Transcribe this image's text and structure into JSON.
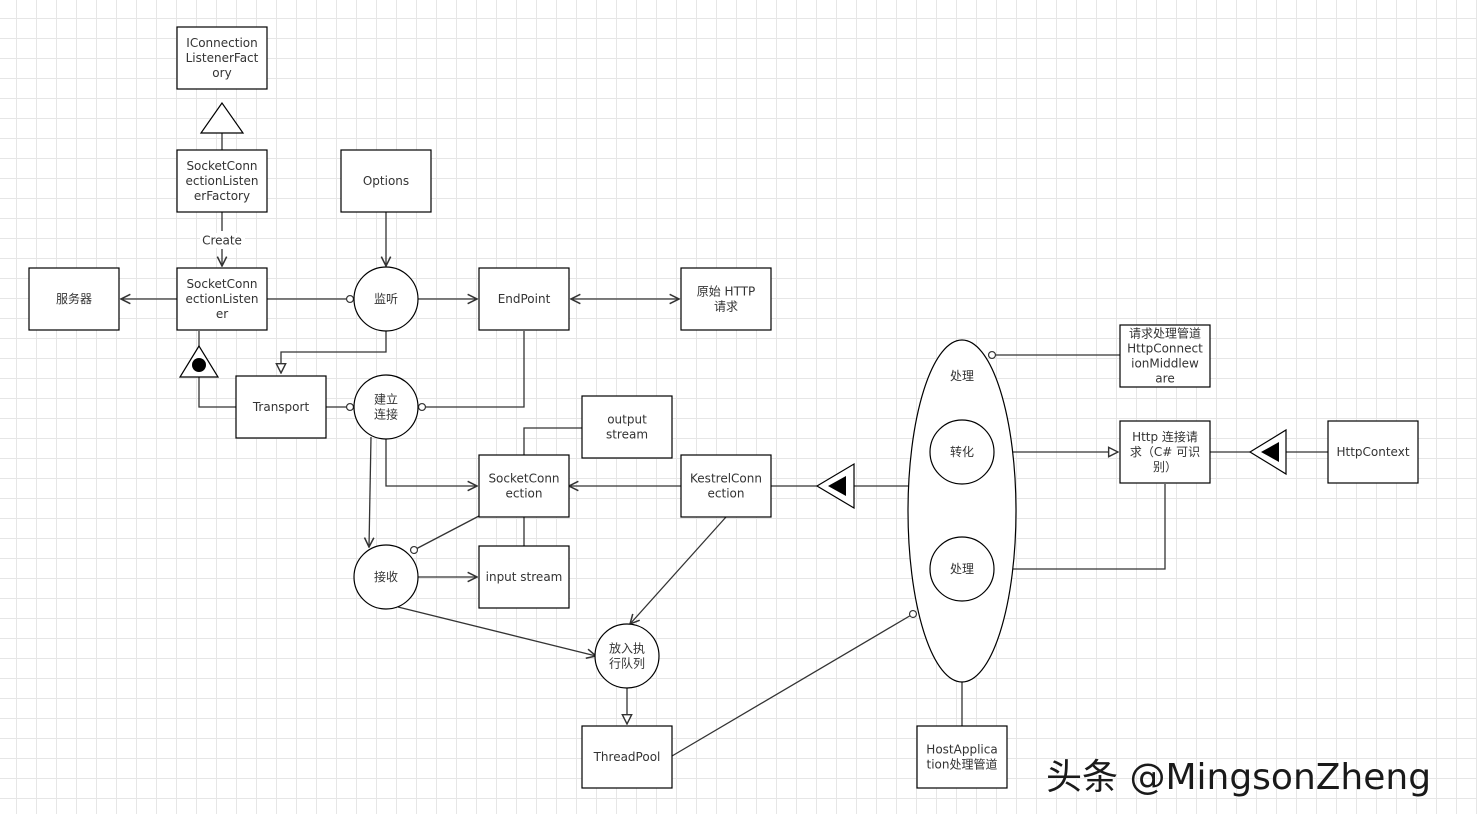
{
  "nodes": {
    "iconnection_factory": [
      "IConnection",
      "ListenerFact",
      "ory"
    ],
    "socket_listener_factory": [
      "SocketConn",
      "ectionListen",
      "erFactory"
    ],
    "options": [
      "Options"
    ],
    "server": [
      "服务器"
    ],
    "socket_listener": [
      "SocketConn",
      "ectionListen",
      "er"
    ],
    "listen": [
      "监听"
    ],
    "endpoint": [
      "EndPoint"
    ],
    "raw_http": [
      "原始 HTTP",
      "请求"
    ],
    "transport": [
      "Transport"
    ],
    "establish": [
      "建立",
      "连接"
    ],
    "output_stream": [
      "output",
      "stream"
    ],
    "socket_connection": [
      "SocketConn",
      "ection"
    ],
    "kestrel_connection": [
      "KestrelConn",
      "ection"
    ],
    "receive": [
      "接收"
    ],
    "input_stream": [
      "input stream"
    ],
    "enqueue": [
      "放入执",
      "行队列"
    ],
    "threadpool": [
      "ThreadPool"
    ],
    "process_ellipse": [
      "处理"
    ],
    "convert": [
      "转化"
    ],
    "process_inner": [
      "处理"
    ],
    "middleware": [
      "请求处理管道",
      "HttpConnect",
      "ionMiddlew",
      "are"
    ],
    "http_request": [
      "Http 连接请",
      "求（C# 可识",
      "别）"
    ],
    "httpcontext": [
      "HttpContext"
    ],
    "host_app": [
      "HostApplica",
      "tion处理管道"
    ]
  },
  "edge_labels": {
    "create": "Create"
  },
  "watermark": "头条 @MingsonZheng"
}
